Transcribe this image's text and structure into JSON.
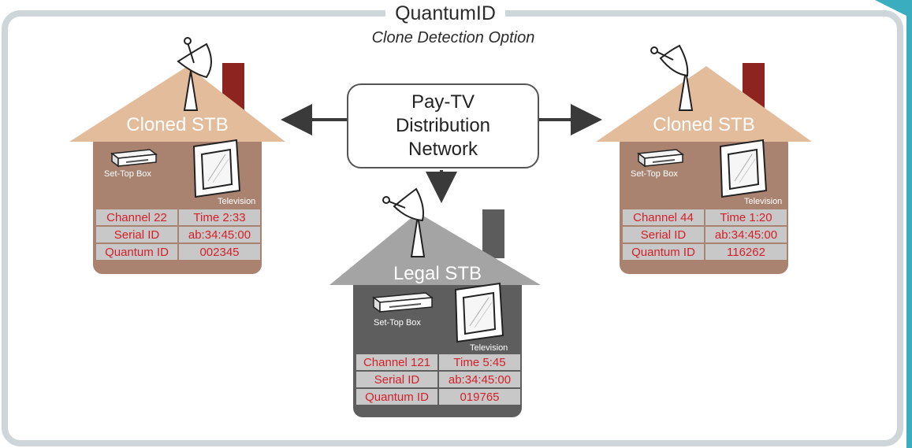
{
  "header": {
    "title": "QuantumID",
    "subtitle": "Clone Detection Option"
  },
  "network": {
    "line1": "Pay-TV",
    "line2": "Distribution",
    "line3": "Network"
  },
  "colors": {
    "frame": "#cfd6da",
    "accent": "#3aaebf",
    "cloned_roof": "#e2bc9b",
    "cloned_body": "#a98370",
    "legal_roof": "#a4a4a4",
    "legal_body": "#5e5e5e",
    "chimney_cloned": "#8e2420",
    "chimney_legal": "#5c5c5c",
    "text_red": "#d4202a"
  },
  "houses": [
    {
      "label": "Cloned STB",
      "stb_label": "Set-Top Box",
      "tv_label": "Television",
      "rows": [
        {
          "left": "Channel 22",
          "right": "Time 2:33"
        },
        {
          "left": "Serial ID",
          "right": "ab:34:45:00"
        },
        {
          "left": "Quantum ID",
          "right": "002345"
        }
      ]
    },
    {
      "label": "Legal STB",
      "stb_label": "Set-Top Box",
      "tv_label": "Television",
      "rows": [
        {
          "left": "Channel 121",
          "right": "Time 5:45"
        },
        {
          "left": "Serial ID",
          "right": "ab:34:45:00"
        },
        {
          "left": "Quantum ID",
          "right": "019765"
        }
      ]
    },
    {
      "label": "Cloned STB",
      "stb_label": "Set-Top Box",
      "tv_label": "Television",
      "rows": [
        {
          "left": "Channel 44",
          "right": "Time 1:20"
        },
        {
          "left": "Serial ID",
          "right": "ab:34:45:00"
        },
        {
          "left": "Quantum ID",
          "right": "116262"
        }
      ]
    }
  ]
}
